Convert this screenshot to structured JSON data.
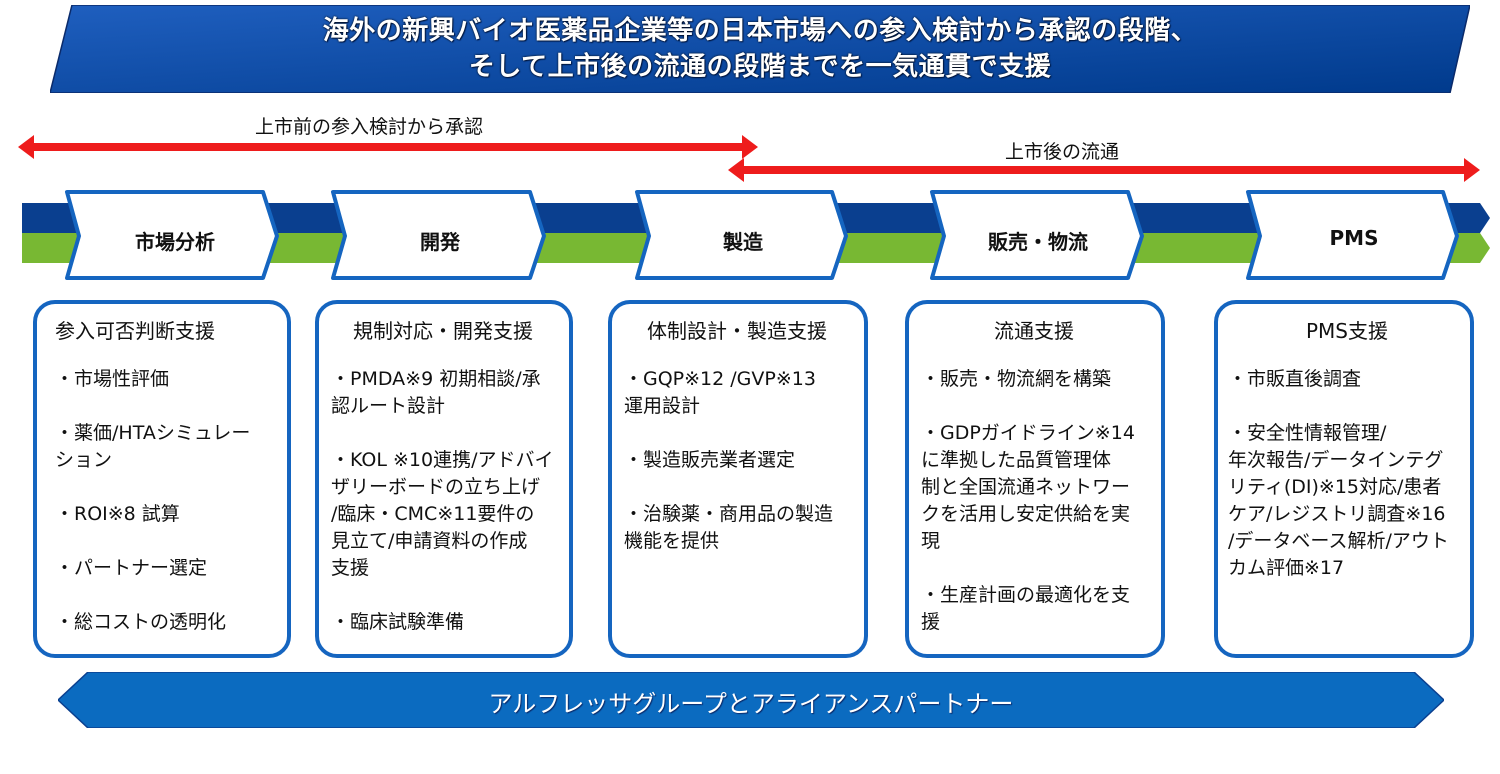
{
  "banner": {
    "line1": "海外の新興バイオ医薬品企業等の日本市場への参入検討から承認の段階、",
    "line2": "そして上市後の流通の段階までを一気通貫で支援"
  },
  "phases": [
    {
      "label": "上市前の参入検討から承認"
    },
    {
      "label": "上市後の流通"
    }
  ],
  "steps": [
    {
      "label": "市場分析"
    },
    {
      "label": "開発"
    },
    {
      "label": "製造"
    },
    {
      "label": "販売・物流"
    },
    {
      "label": "PMS"
    }
  ],
  "cards": [
    {
      "title": "参入可否判断支援",
      "items": [
        "・市場性評価",
        "・薬価/HTAシミュレー\nション",
        "・ROI※8 試算",
        "・パートナー選定",
        "・総コストの透明化"
      ]
    },
    {
      "title": "規制対応・開発支援",
      "items": [
        "・PMDA※9 初期相談/承\n認ルート設計",
        "・KOL ※10連携/アドバイ\nザリーボードの立ち上げ\n/臨床・CMC※11要件の\n見立て/申請資料の作成\n支援",
        "・臨床試験準備"
      ]
    },
    {
      "title": "体制設計・製造支援",
      "items": [
        "・GQP※12 /GVP※13\n 運用設計",
        "・製造販売業者選定",
        "・治験薬・商用品の製造\n機能を提供"
      ]
    },
    {
      "title": "流通支援",
      "items": [
        "・販売・物流網を構築",
        "・GDPガイドライン※14\nに準拠した品質管理体\n制と全国流通ネットワー\nクを活用し安定供給を実\n現",
        "・生産計画の最適化を支\n援"
      ]
    },
    {
      "title": "PMS支援",
      "items": [
        "・市販直後調査",
        "・安全性情報管理/\n年次報告/データインテグ\nリティ(DI)※15対応/患者\nケア/レジストリ調査※16\n/データベース解析/アウト\nカム評価※17"
      ]
    }
  ],
  "partner": {
    "label": "アルフレッサグループとアライアンスパートナー"
  },
  "colors": {
    "navy": "#0a3f8f",
    "green": "#78b833",
    "border_blue": "#1565c0",
    "red": "#ee1c1c",
    "partner_blue": "#0b6bc0"
  }
}
